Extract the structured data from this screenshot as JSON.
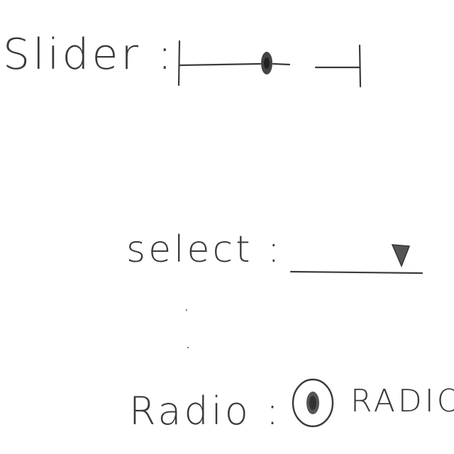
{
  "slider": {
    "label": "Slider :",
    "value_fraction": 0.48
  },
  "select": {
    "label": "select :",
    "selected_value": ""
  },
  "radio": {
    "label": "Radio :",
    "option_label": "RADIO",
    "checked": true
  },
  "colors": {
    "ink": "#3a3a3a",
    "background": "#ffffff"
  }
}
